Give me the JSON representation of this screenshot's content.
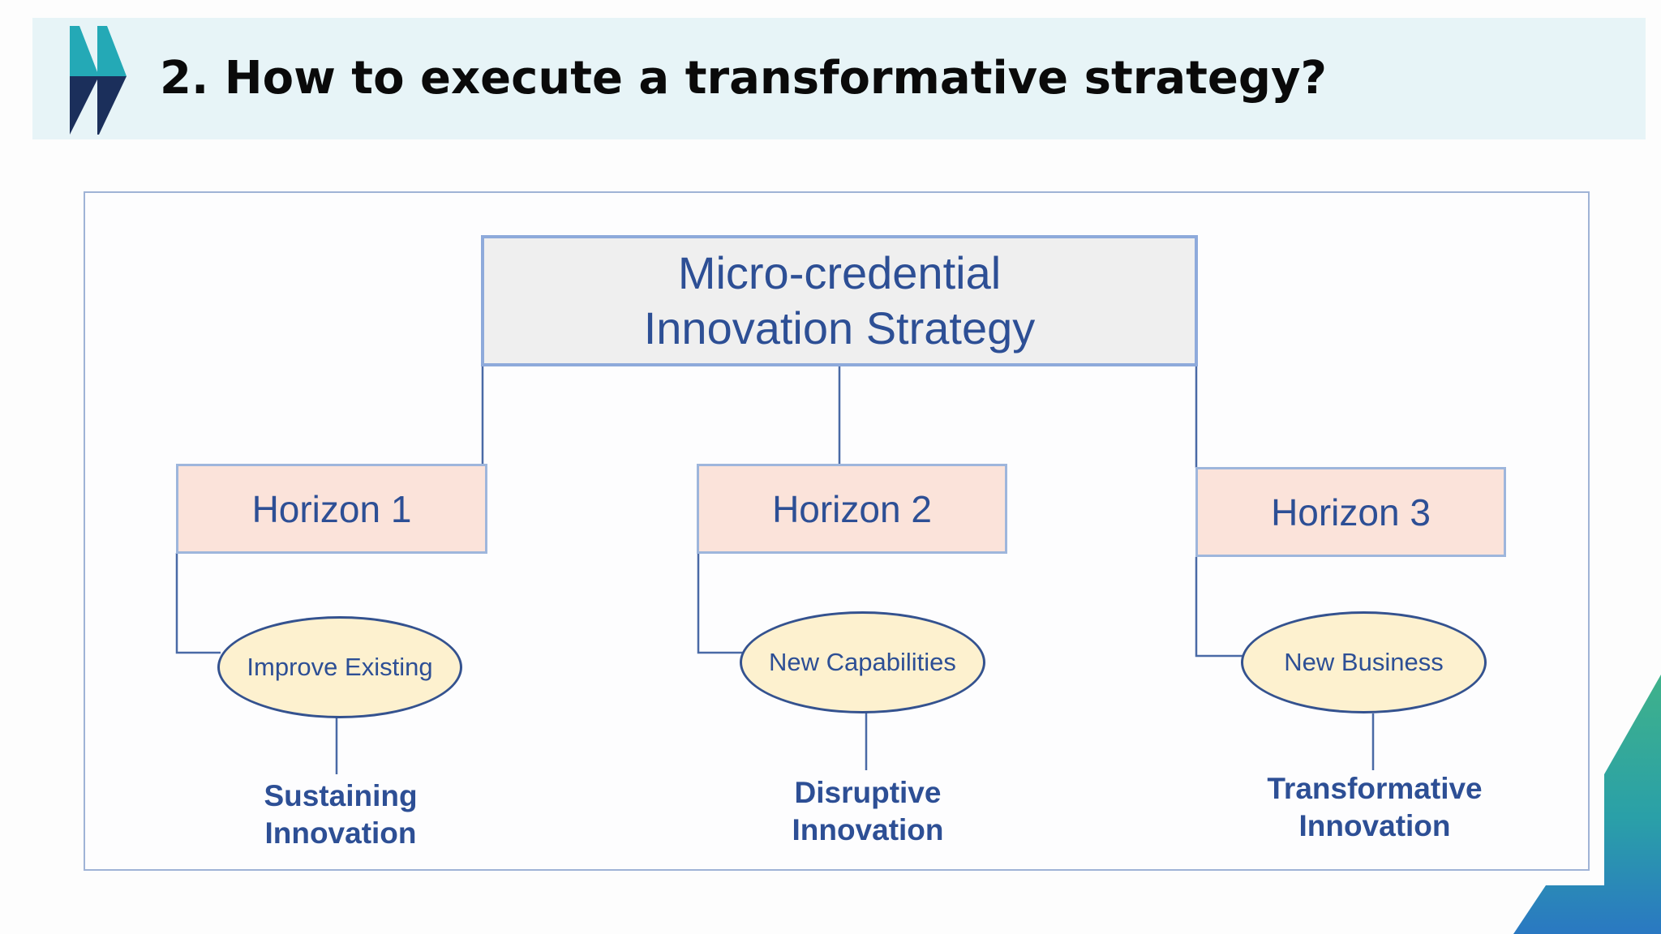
{
  "slide": {
    "title": "2. How to execute a transformative strategy?"
  },
  "diagram": {
    "root": {
      "line1": "Micro-credential",
      "line2": "Innovation Strategy"
    },
    "horizons": [
      {
        "label": "Horizon 1",
        "focus": "Improve Existing",
        "outcome_line1": "Sustaining",
        "outcome_line2": "Innovation"
      },
      {
        "label": "Horizon 2",
        "focus": "New Capabilities",
        "outcome_line1": "Disruptive",
        "outcome_line2": "Innovation"
      },
      {
        "label": "Horizon 3",
        "focus": "New Business",
        "outcome_line1": "Transformative",
        "outcome_line2": "Innovation"
      }
    ]
  },
  "colors": {
    "title_band": "#e7f4f7",
    "diagram_text": "#2d4f95",
    "root_fill": "#efefef",
    "root_border": "#8eaadb",
    "horizon_fill": "#fbe3da",
    "ellipse_fill": "#fdf1cf",
    "connector": "#4a6aa6",
    "logo_teal": "#24a9b6",
    "logo_navy": "#1b2f5b"
  },
  "icons": {
    "logo": "double-chevron-right-icon"
  }
}
